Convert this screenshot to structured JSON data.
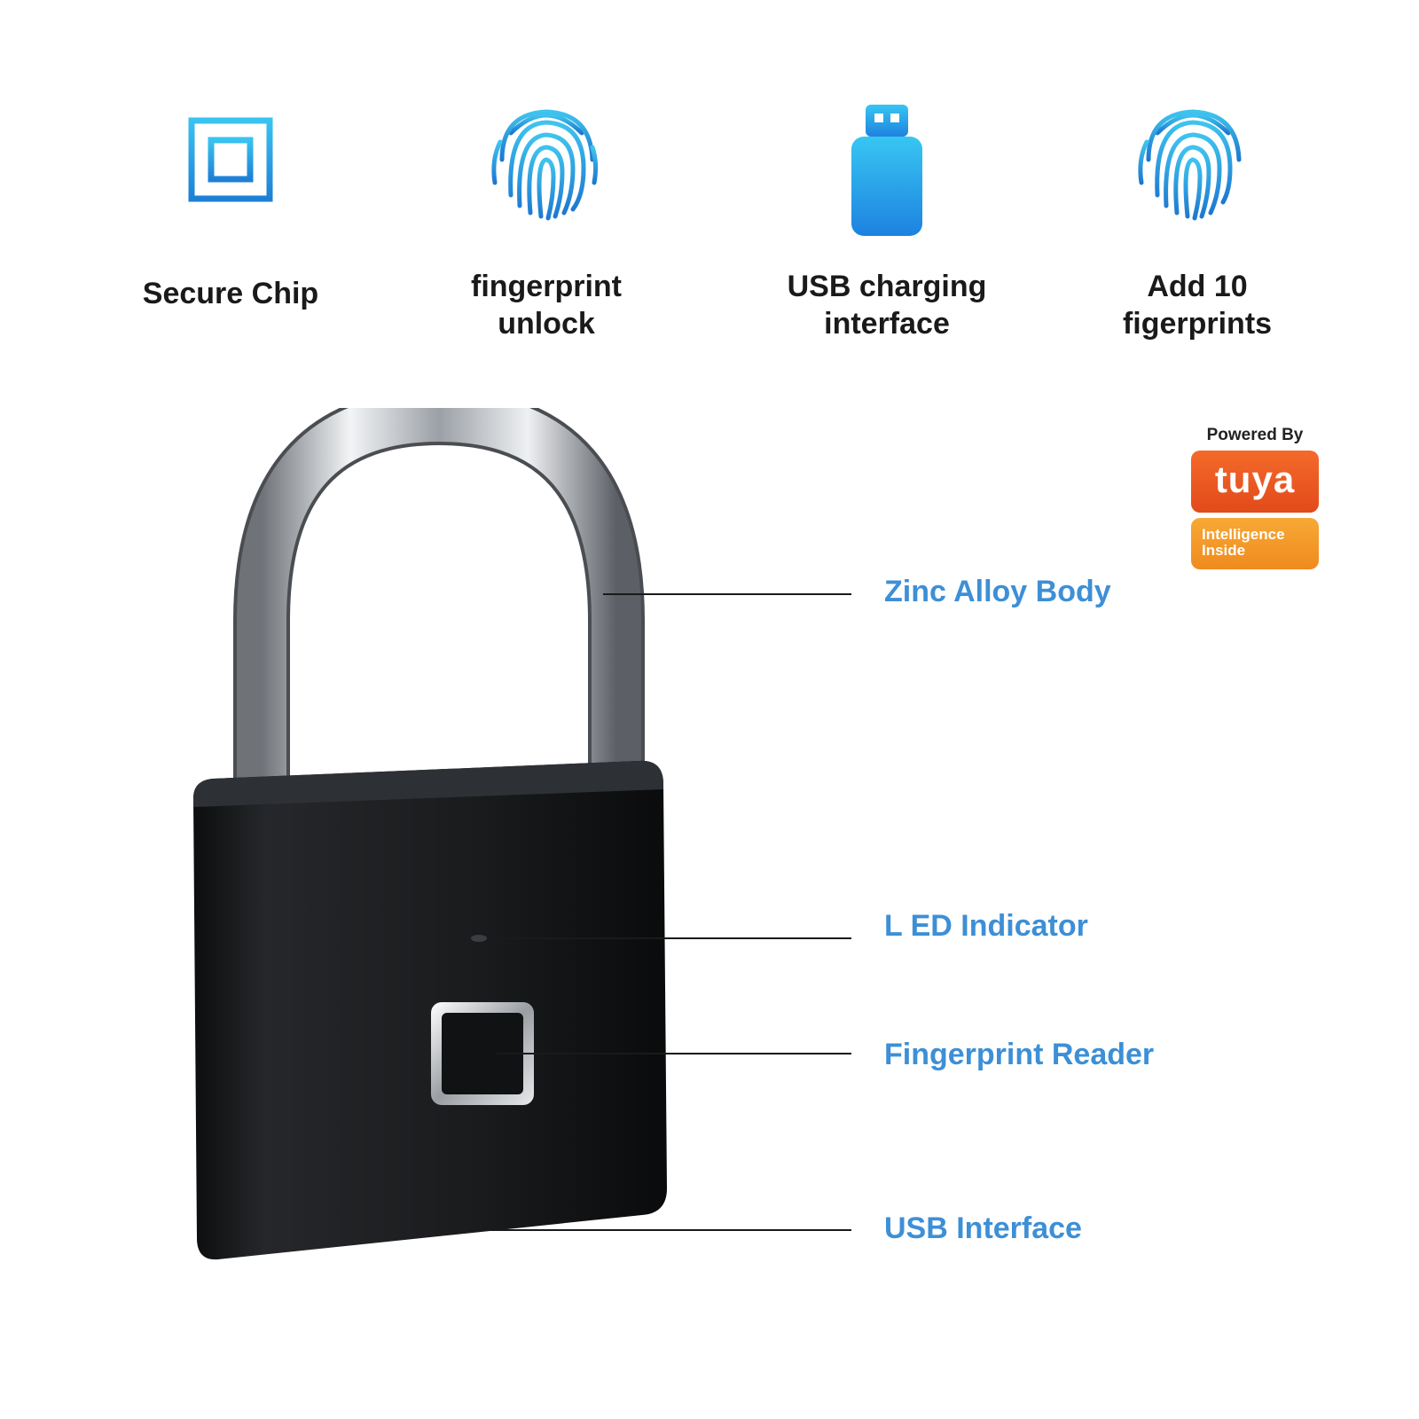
{
  "features": [
    {
      "icon": "chip-icon",
      "lines": [
        "Secure Chip"
      ]
    },
    {
      "icon": "fingerprint-icon",
      "lines": [
        "fingerprint",
        "unlock"
      ]
    },
    {
      "icon": "usb-drive-icon",
      "lines": [
        "USB charging",
        "interface"
      ]
    },
    {
      "icon": "fingerprint-add-icon",
      "prefix": "Add",
      "number": "10",
      "line2": "figerprints"
    }
  ],
  "callouts": {
    "zinc": "Zinc Alloy Body",
    "led": "L ED Indicator",
    "fingerprint": "Fingerprint Reader",
    "usb": "USB Interface"
  },
  "badge": {
    "powered_by": "Powered By",
    "brand": "tuya",
    "tag_line1": "Intelligence",
    "tag_line2": "Inside"
  },
  "colors": {
    "accent_blue": "#3d8fd6",
    "icon_blue": "#2aa3e0",
    "tuya_orange": "#f46a2a",
    "tag_orange": "#f7a935",
    "lock_body": "#151618"
  }
}
